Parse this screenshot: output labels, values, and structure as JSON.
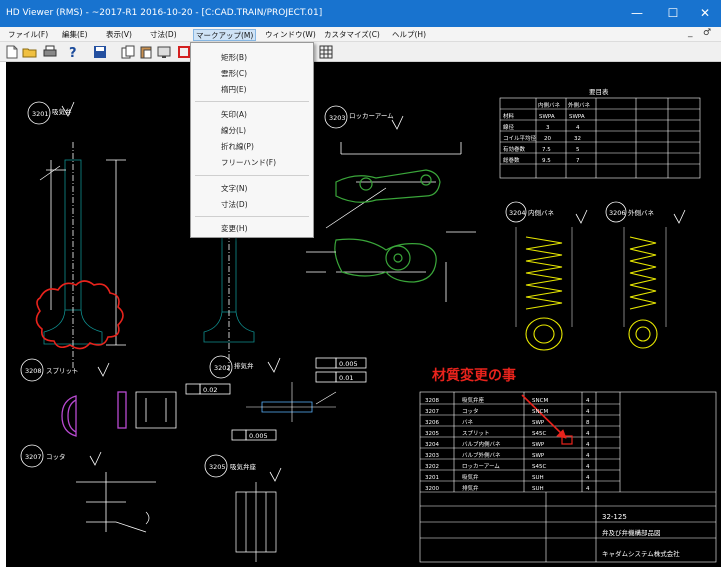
{
  "window": {
    "title": "HD Viewer (RMS) - ~2017-R1 2016-10-20 - [C:CAD.TRAIN/PROJECT.01]",
    "controls": [
      "—",
      "☐",
      "✕"
    ]
  },
  "menubar": {
    "items": [
      "ファイル(F)",
      "編集(E)",
      "表示(V)",
      "寸法(D)",
      "マークアップ(M)",
      "ウィンドウ(W)",
      "カスタマイズ(C)",
      "ヘルプ(H)"
    ],
    "active": "マークアップ(M)",
    "mdi_controls": [
      "_",
      "♂"
    ]
  },
  "markup_menu": {
    "groups": [
      [
        "矩形(B)",
        "雲形(C)",
        "楕円(E)"
      ],
      [
        "矢印(A)",
        "線分(L)",
        "折れ線(P)",
        "フリーハンド(F)"
      ],
      [
        "文字(N)",
        "寸法(D)"
      ],
      [
        "変更(H)"
      ]
    ]
  },
  "toolbar": {
    "icons": [
      "new-file-icon",
      "open-folder-icon",
      "print-icon",
      "help-icon",
      "save-icon",
      "copy-icon",
      "paste-icon",
      "screen-icon",
      "markup-rect-icon"
    ]
  },
  "drawing": {
    "labels": {
      "part_3201": "3201",
      "part_3201_name": "吸気弁",
      "part_3203": "3203",
      "part_3203_name": "ロッカーアーム",
      "part_3204": "3204",
      "part_3204_name": "内側バネ",
      "part_3206": "3206",
      "part_3206_name": "外側バネ",
      "part_3208": "3208",
      "part_3208_name": "スプリット",
      "part_3202": "3202",
      "part_3202_name": "排気弁",
      "part_3207": "3207",
      "part_3207_name": "コッタ",
      "part_3205": "3205",
      "part_3205_name": "吸気弁座",
      "tol_1": "0.005",
      "tol_2": "0.01",
      "tol_3": "0.02",
      "tol_4": "0.005",
      "annotation": "材質変更の事",
      "table_title": "要目表",
      "company": "キャダムシステム株式会社",
      "drawing_title": "弁及び弁機構部品図",
      "drawing_no": "32-125"
    },
    "bom_rows": [
      [
        "3208",
        "吸気弁座",
        "SNCM",
        "4"
      ],
      [
        "3207",
        "コッタ",
        "SNCM",
        "4"
      ],
      [
        "3206",
        "バネ",
        "SWP",
        "8"
      ],
      [
        "3205",
        "スプリット",
        "S45C",
        "4"
      ],
      [
        "3204",
        "バルブ内側バネ",
        "SWP",
        "4"
      ],
      [
        "3203",
        "バルブ外側バネ",
        "SWP",
        "4"
      ],
      [
        "3202",
        "ロッカーアーム",
        "S45C",
        "4"
      ],
      [
        "3201",
        "吸気弁",
        "SUH",
        "4"
      ],
      [
        "3200",
        "排気弁",
        "SUH",
        "4"
      ]
    ],
    "spec_table": {
      "headers": [
        "内側バネ",
        "外側バネ"
      ],
      "rows": [
        [
          "材料",
          "SWPA",
          "SWPA"
        ],
        [
          "線径",
          "3",
          "4"
        ],
        [
          "コイル平均径",
          "20",
          "32"
        ],
        [
          "有効巻数",
          "7.5",
          "5"
        ],
        [
          "総巻数",
          "9.5",
          "7"
        ]
      ]
    },
    "colors": {
      "background": "#000000",
      "lines": "#ffffff",
      "teal_part": "#0f8f8f",
      "green_part": "#3aa63a",
      "spring": "#e8e800",
      "magenta_part": "#b84ad1",
      "markup_red": "#e8231c"
    }
  }
}
